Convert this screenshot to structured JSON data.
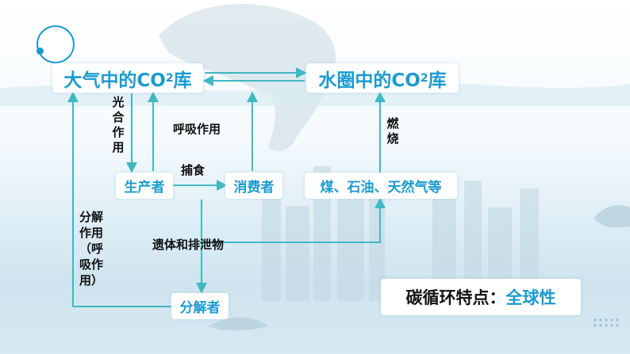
{
  "nodes": {
    "atmosphere": {
      "prefix": "大气中的CO",
      "sub": "2",
      "suffix": "库"
    },
    "hydrosphere": {
      "prefix": "水圈中的CO",
      "sub": "2",
      "suffix": "库"
    },
    "producer": "生产者",
    "consumer": "消费者",
    "fossil_fuels": "煤、石油、天然气等",
    "decomposer": "分解者"
  },
  "edge_labels": {
    "photosynthesis": "光合作用",
    "respiration": "呼吸作用",
    "predation": "捕食",
    "combustion": "燃烧",
    "decomposition": "分解作用（呼吸作用）",
    "remains": "遗体和排泄物"
  },
  "feature": {
    "prefix": "碳循环特点：",
    "highlight": "全球性"
  },
  "colors": {
    "accent": "#1a9bd1",
    "arrow": "#3fb8c4",
    "text": "#111111"
  }
}
